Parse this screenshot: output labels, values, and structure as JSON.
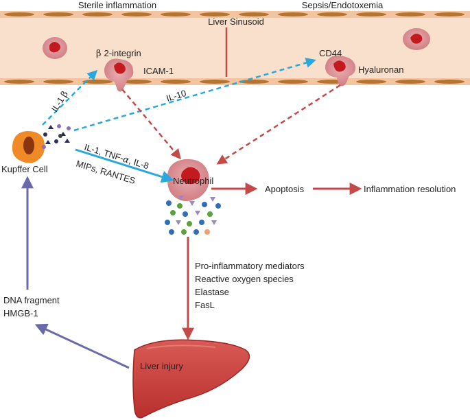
{
  "colors": {
    "vessel_fill": "#f9e0cc",
    "vessel_wall": "#e6a679",
    "cell_fill": "#d8878c",
    "nucleus": "#c21a1e",
    "red_arrow": "#c34a48",
    "blue_arrow": "#2aa7db",
    "purple_arrow": "#6b6aa9",
    "kupffer_fill": "#f08a26",
    "liver_fill": "#c9423f"
  },
  "vessel": {
    "left_title": "Sterile inflammation",
    "right_title": "Sepsis/Endotoxemia",
    "sinusoid_label": "Liver Sinusoid",
    "integrin_prefix": "β",
    "integrin_label": "2-integrin",
    "icam_label": "ICAM-1",
    "cd44_label": "CD44",
    "hyaluronan_label": "Hyaluronan"
  },
  "signals": {
    "il1b_text": "IL-1",
    "il1b_greek": "β",
    "il10_label": "IL-10",
    "cytokines_prefix": "IL-1, TNF-",
    "cytokines_greek": "α",
    "cytokines_suffix": ", IL-8",
    "chemokines_label": "MIPs, RANTES"
  },
  "cells": {
    "kupffer_label": "Kupffer Cell",
    "neutrophil_label": "Neutrophil"
  },
  "outcomes": {
    "apoptosis_label": "Apoptosis",
    "resolution_label": "Inflammation resolution"
  },
  "mediators": {
    "line1": "Pro-inflammatory mediators",
    "line2": "Reactive oxygen species",
    "line3": "Elastase",
    "line4": "FasL"
  },
  "damps": {
    "line1": "DNA fragment",
    "line2": "HMGB-1"
  },
  "liver": {
    "label": "Liver injury"
  }
}
